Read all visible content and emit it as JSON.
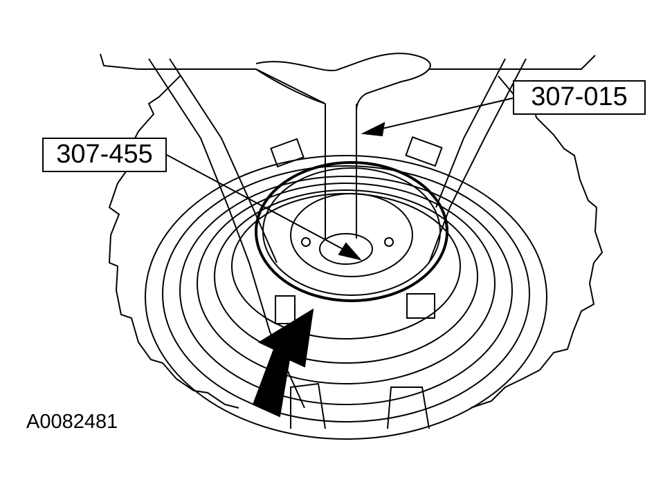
{
  "figure": {
    "callouts": [
      {
        "id": "tool-a",
        "text": "307-015"
      },
      {
        "id": "tool-b",
        "text": "307-455"
      }
    ],
    "figure_id": "A0082481"
  },
  "colors": {
    "line": "#000000",
    "background": "#ffffff"
  }
}
